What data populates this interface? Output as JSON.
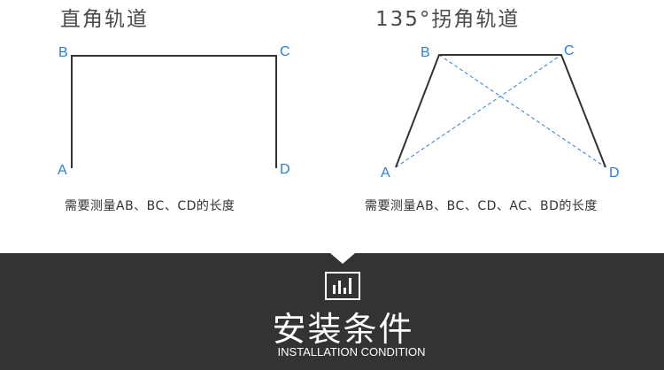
{
  "left_panel": {
    "title": "直角轨道",
    "points": {
      "a": "A",
      "b": "B",
      "c": "C",
      "d": "D"
    },
    "caption": "需要测量AB、BC、CD的长度"
  },
  "right_panel": {
    "title": "135°拐角轨道",
    "points": {
      "a": "A",
      "b": "B",
      "c": "C",
      "d": "D"
    },
    "caption": "需要测量AB、BC、CD、AC、BD的长度"
  },
  "section": {
    "icon": "bar-chart-icon",
    "title": "安装条件",
    "subtitle": "INSTALLATION CONDITION"
  },
  "colors": {
    "track_line": "#333333",
    "point_label": "#2c7fcf",
    "diagonal": "#2c7fcf",
    "footer_bg": "#333333"
  }
}
